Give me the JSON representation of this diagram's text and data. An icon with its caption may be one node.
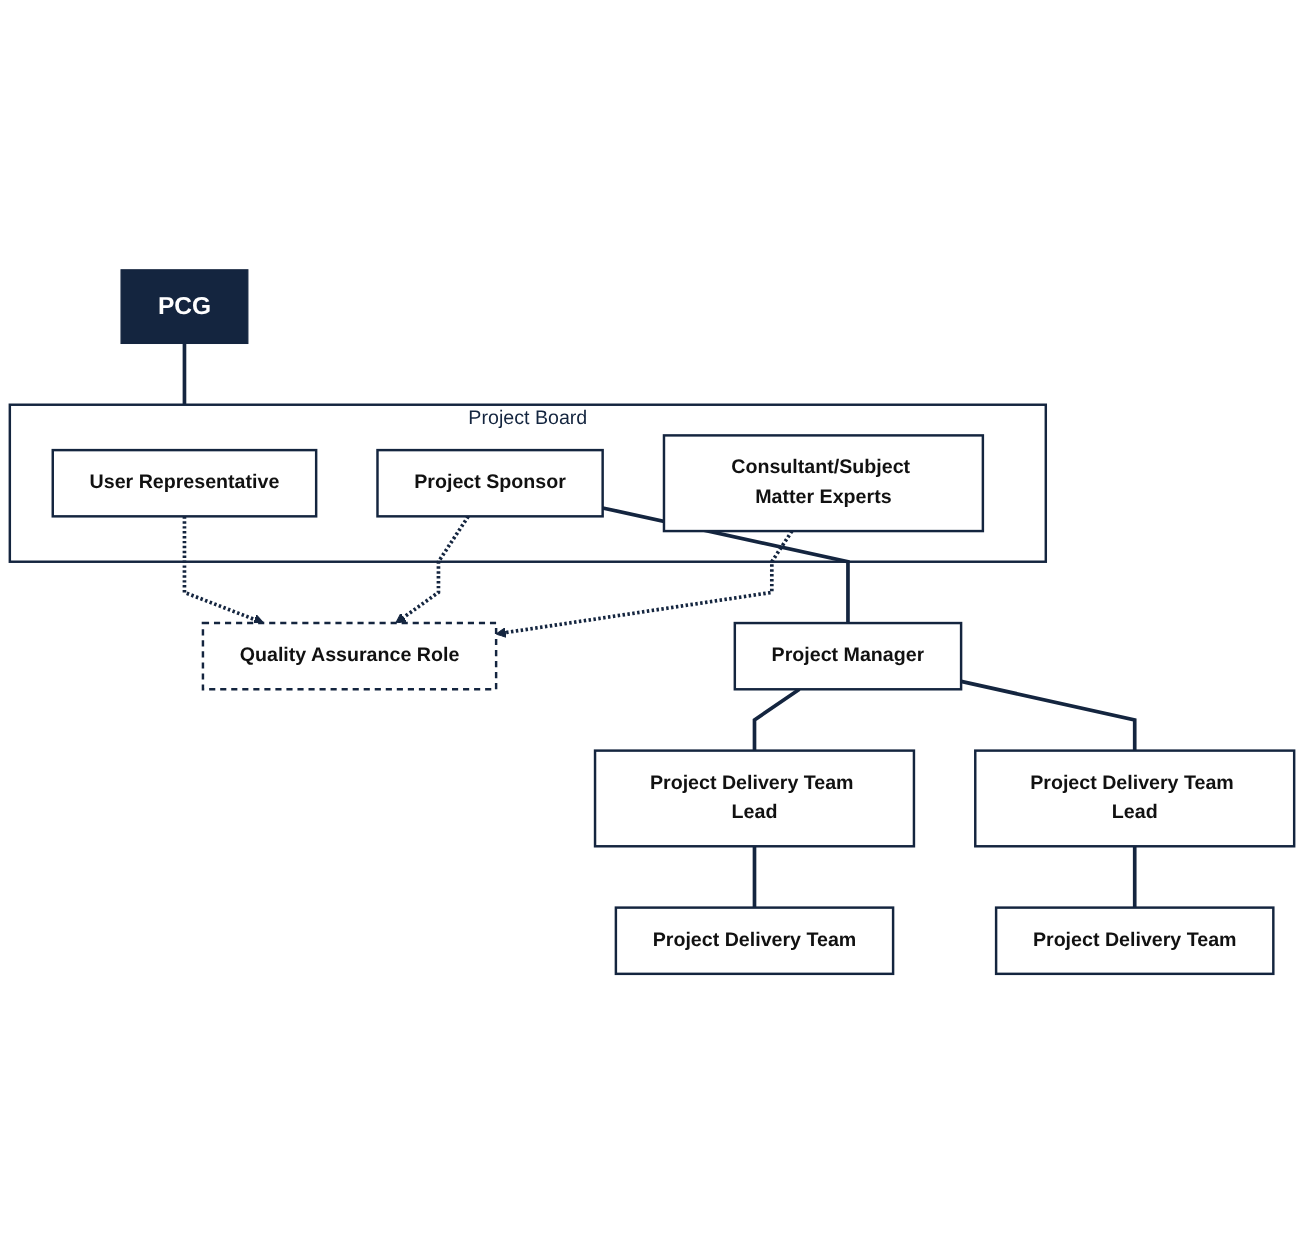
{
  "diagram": {
    "nodes": [
      {
        "text": [
          "PCG"
        ]
      },
      {
        "text": [
          "Project Board"
        ]
      },
      {
        "text": [
          "User Representative"
        ],
        "in": 1
      },
      {
        "text": [
          "Project Sponsor"
        ],
        "in": 1
      },
      {
        "text": [
          "Consultant/Subject Matter Experts"
        ],
        "in": 1
      },
      {
        "text": [
          "Quality Assurance Role"
        ]
      },
      {
        "text": [
          "Project Manager"
        ]
      },
      {
        "text": [
          "Project Delivery Team Lead"
        ]
      },
      {
        "text": [
          "Project Delivery Team Lead"
        ]
      },
      {
        "text": [
          "Project Delivery Team"
        ]
      },
      {
        "text": [
          "Project Delivery Team"
        ]
      }
    ],
    "edges": [
      {
        "from": 0,
        "to": 1,
        "arrow": "none"
      },
      {
        "from": 2,
        "to": 5,
        "arrow": "to",
        "style": "dashed"
      },
      {
        "from": 3,
        "to": 5,
        "arrow": "to",
        "style": "dashed"
      },
      {
        "from": 4,
        "to": 5,
        "arrow": "to",
        "style": "dashed"
      },
      {
        "from": 3,
        "to": 6,
        "arrow": "none"
      },
      {
        "from": 6,
        "to": 7,
        "arrow": "none"
      },
      {
        "from": 6,
        "to": 8,
        "arrow": "none"
      },
      {
        "from": 7,
        "to": 9,
        "arrow": "none"
      },
      {
        "from": 8,
        "to": 10,
        "arrow": "none"
      }
    ]
  }
}
